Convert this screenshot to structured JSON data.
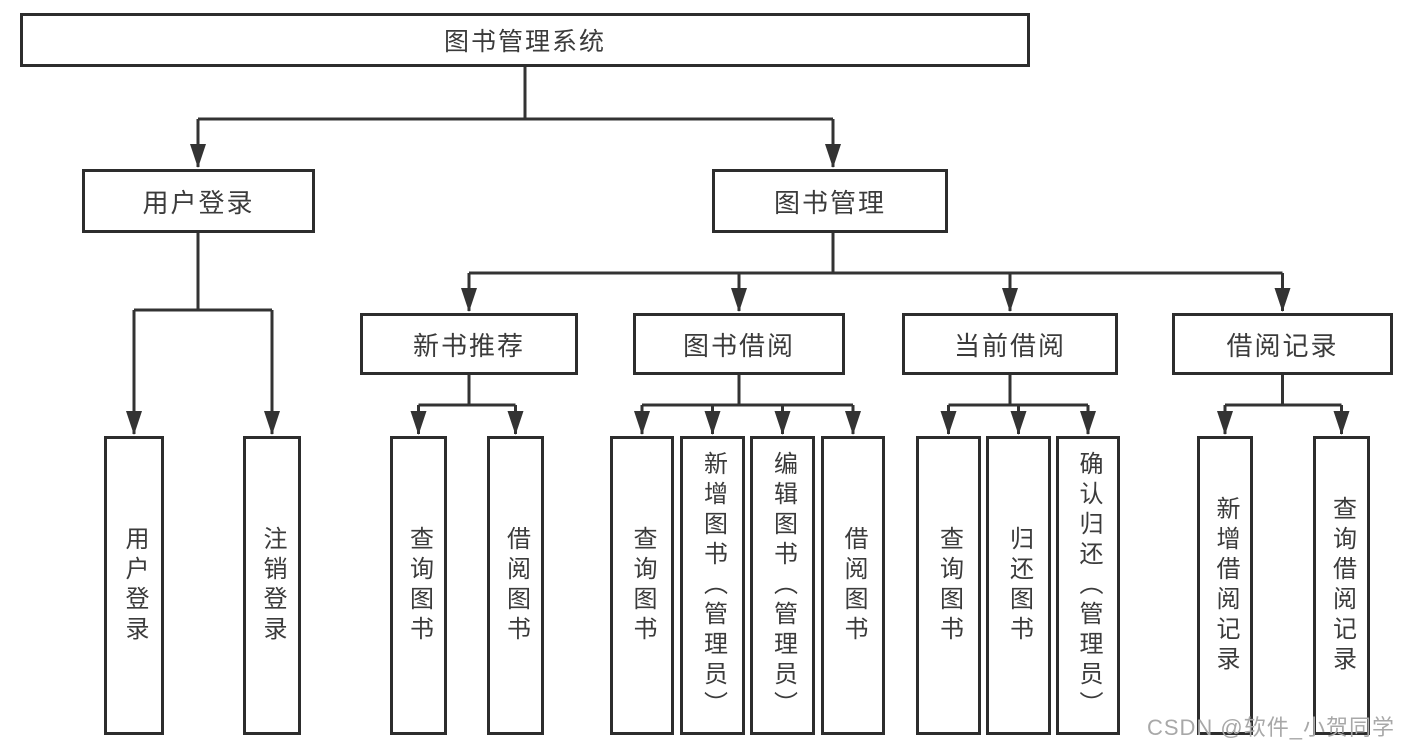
{
  "diagram": {
    "title": "图书管理系统",
    "root": {
      "label": "图书管理系统"
    },
    "level1": [
      {
        "label": "用户登录"
      },
      {
        "label": "图书管理"
      }
    ],
    "level2": [
      {
        "label": "新书推荐"
      },
      {
        "label": "图书借阅"
      },
      {
        "label": "当前借阅"
      },
      {
        "label": "借阅记录"
      }
    ],
    "level3": [
      {
        "label": "用户登录"
      },
      {
        "label": "注销登录"
      },
      {
        "label": "查询图书"
      },
      {
        "label": "借阅图书"
      },
      {
        "label": "查询图书"
      },
      {
        "label": "新增图书（管理员）"
      },
      {
        "label": "编辑图书（管理员）"
      },
      {
        "label": "借阅图书"
      },
      {
        "label": "查询图书"
      },
      {
        "label": "归还图书"
      },
      {
        "label": "确认归还（管理员）"
      },
      {
        "label": "新增借阅记录"
      },
      {
        "label": "查询借阅记录"
      }
    ],
    "hierarchy": {
      "图书管理系统": [
        "用户登录",
        "图书管理"
      ],
      "用户登录": [
        "用户登录",
        "注销登录"
      ],
      "图书管理": [
        "新书推荐",
        "图书借阅",
        "当前借阅",
        "借阅记录"
      ],
      "新书推荐": [
        "查询图书",
        "借阅图书"
      ],
      "图书借阅": [
        "查询图书",
        "新增图书（管理员）",
        "编辑图书（管理员）",
        "借阅图书"
      ],
      "当前借阅": [
        "查询图书",
        "归还图书",
        "确认归还（管理员）"
      ],
      "借阅记录": [
        "新增借阅记录",
        "查询借阅记录"
      ]
    },
    "watermark": "CSDN @软件_小贺同学",
    "colors": {
      "line": "#333333",
      "box_border": "#2d2d2d",
      "text": "#3b3b3b",
      "background": "#ffffff",
      "watermark": "#a8a8a8"
    }
  }
}
